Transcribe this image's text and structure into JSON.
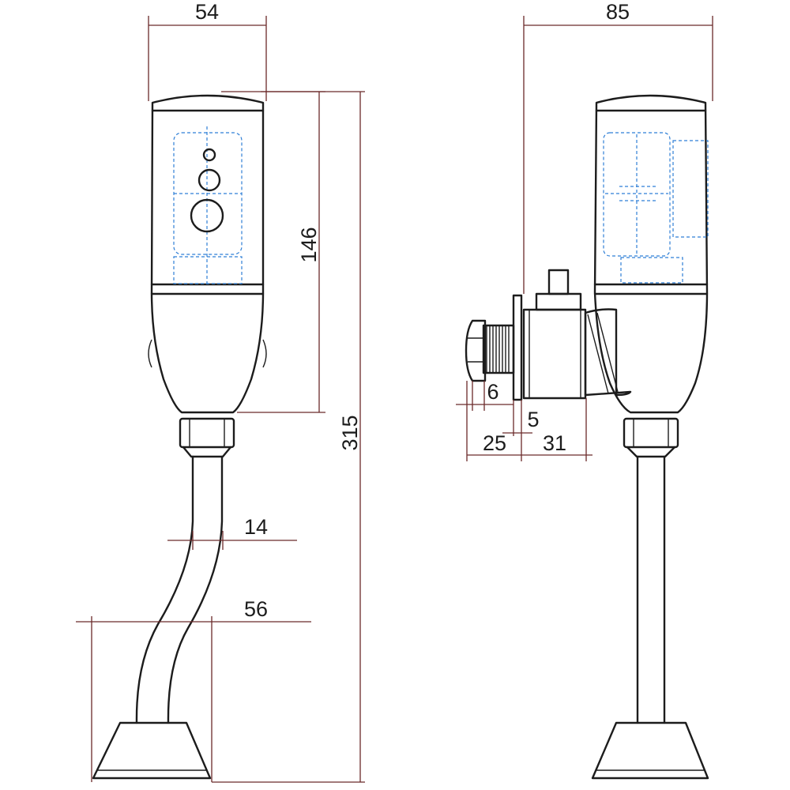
{
  "dimensions": {
    "front_width": "54",
    "front_head_height": "146",
    "front_total_height": "315",
    "front_pipe_offset": "14",
    "front_base_width": "56",
    "side_width": "85",
    "side_thread_length": "6",
    "side_flange": "5",
    "side_nut_depth": "25",
    "side_valve_depth": "31"
  },
  "colors": {
    "outline": "#1c1c1c",
    "dimension_lines": "#6b2a2a",
    "hidden_lines": "#2f7fd6"
  }
}
